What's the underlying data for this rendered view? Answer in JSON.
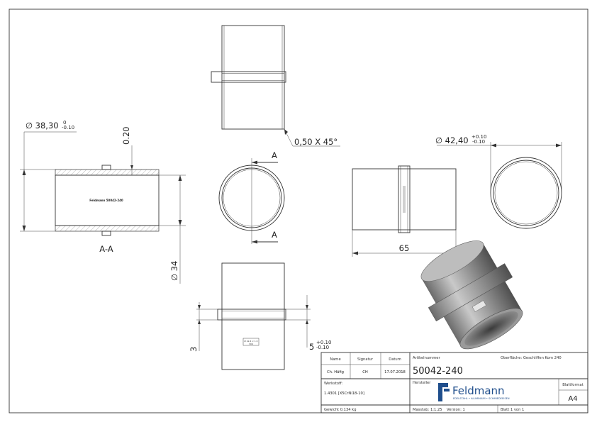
{
  "dimensions": {
    "outer_diameter": "∅ 38,30",
    "outer_tol_upper": "0",
    "outer_tol_lower": "-0.10",
    "wall": "0.20",
    "section_label": "A-A",
    "inner_diameter": "∅ 34",
    "chamfer": "0,50 X 45°",
    "section_marker": "A",
    "ring_diameter": "∅ 42,40",
    "ring_tol_upper": "+0.10",
    "ring_tol_lower": "-0.10",
    "length": "65",
    "groove_height": "3",
    "ring_width": "5",
    "ring_width_tol_upper": "+0.10",
    "ring_width_tol_lower": "-0.10"
  },
  "part_markings": {
    "section_marking": "Feldmann 50042-240",
    "engraving_line1": "Ø 42,4 × 1,5",
    "engraving_line2": "304"
  },
  "title_block": {
    "name_header": "Name",
    "signature_header": "Signatur",
    "date_header": "Datum",
    "drawer_name": "Ch. Häfig",
    "drawer_signature": "CH",
    "drawer_date": "17.07.2018",
    "article_label": "Artikelnummer",
    "article_number": "50042-240",
    "surface": "Oberfläche: Geschliffen Korn 240",
    "material_label": "Werkstoff:",
    "material_value": "1.4301 [X5CrNi18-10]",
    "manufacturer_label": "Hersteller",
    "brand_name": "Feldmann",
    "brand_tagline": "EDELSTAHL • ALUMINIUM • SCHMIEDEEISEN",
    "sheet_format_label": "Blattformat",
    "sheet_format": "A4",
    "weight": "Gewicht 0.134 kg",
    "scale": "Masstab: 1:1.25",
    "version": "Version: 1",
    "sheet": "Blatt 1 von 1"
  },
  "colors": {
    "line": "#333333",
    "brand": "#1f4e8c"
  }
}
